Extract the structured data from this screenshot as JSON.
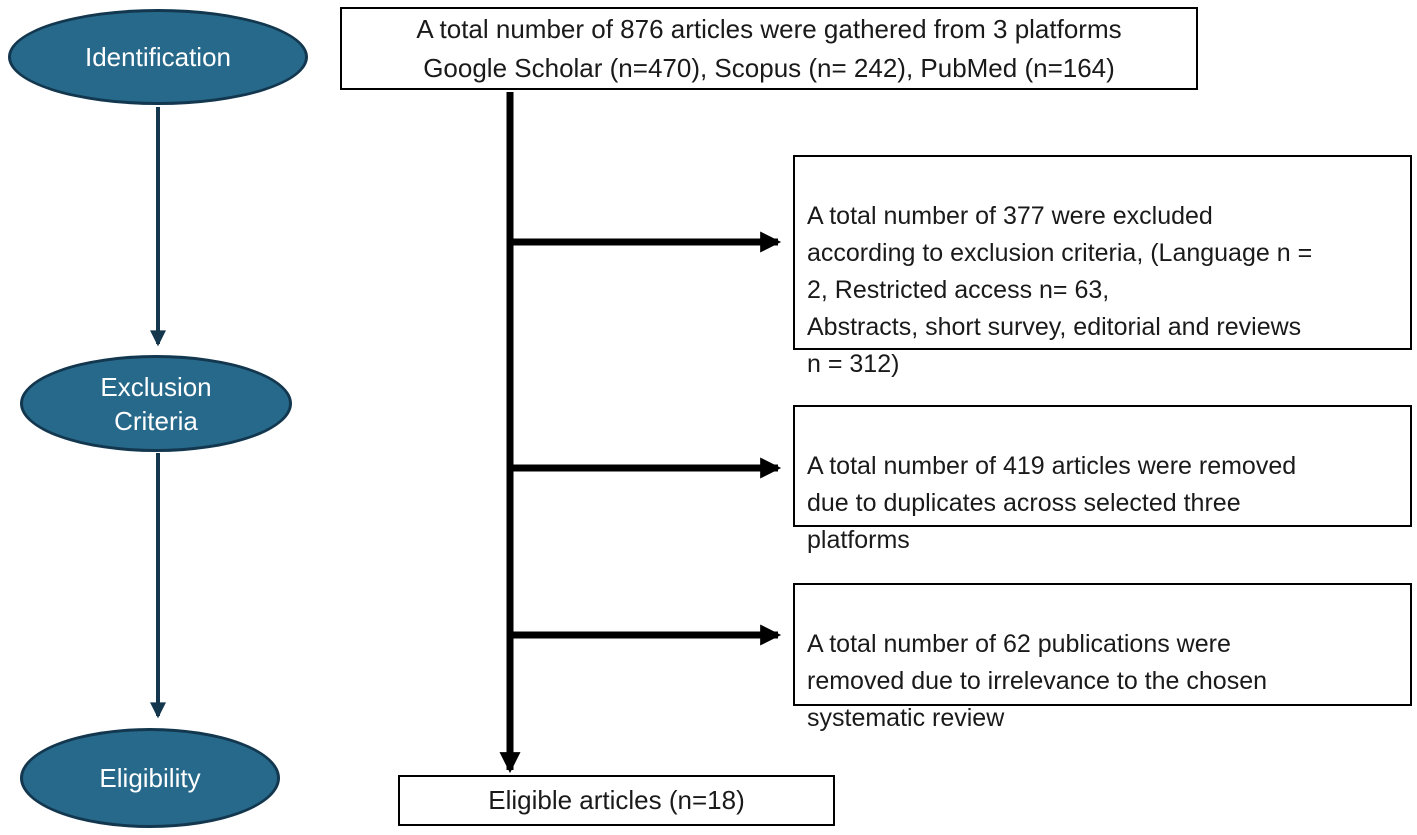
{
  "stages": [
    {
      "label": "Identification"
    },
    {
      "label": "Exclusion\nCriteria"
    },
    {
      "label": "Eligibility"
    }
  ],
  "nodes": {
    "gathered": {
      "text": "A total number of 876 articles were gathered from 3 platforms\nGoogle Scholar (n=470), Scopus (n= 242), PubMed (n=164)"
    },
    "excluded": {
      "text": "A total number of 377 were excluded\naccording to exclusion criteria, (Language n =\n2, Restricted access n= 63,\nAbstracts, short survey, editorial and reviews\nn = 312)"
    },
    "duplicates": {
      "text": "A total number of 419 articles were removed\ndue to duplicates across selected three\nplatforms"
    },
    "irrelevant": {
      "text": "A total number of 62 publications were\nremoved due to irrelevance to the chosen\nsystematic review"
    },
    "eligible": {
      "text": "Eligible articles (n=18)"
    }
  },
  "colors": {
    "stage_fill": "#27698A",
    "stage_border": "#12374E",
    "stage_text": "#FFFFFF",
    "box_border": "#000000",
    "text": "#1A1A1A",
    "connector": "#000000",
    "stage_connector": "#15374E",
    "background": "#FFFFFF"
  }
}
